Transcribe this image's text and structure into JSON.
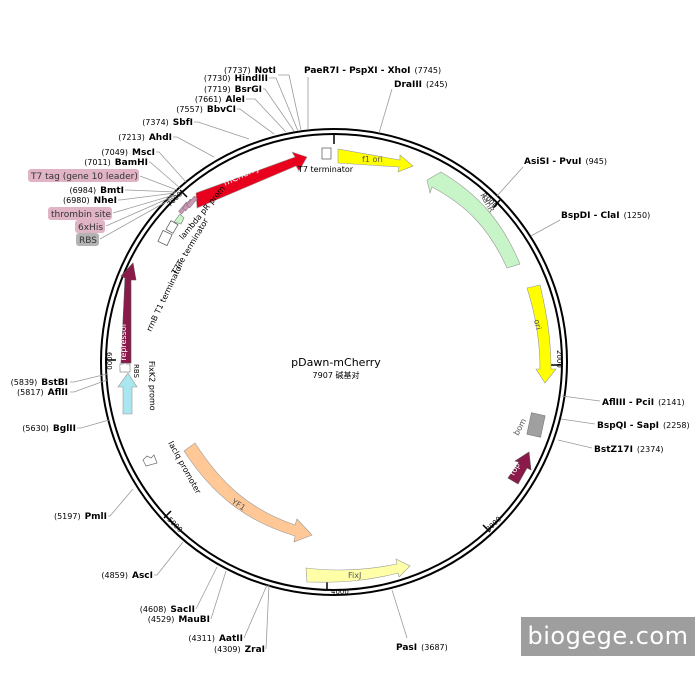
{
  "plasmid": {
    "name": "pDawn-mCherry",
    "length_label": "7907 碱基对",
    "total_bp": 7907
  },
  "ticks": [
    "1000",
    "2000",
    "3000",
    "4000",
    "5000",
    "6000",
    "7000"
  ],
  "sites_right": [
    {
      "name": "PaeR7I - PspXI - XhoI",
      "pos": "(7745)"
    },
    {
      "name": "DraIII",
      "pos": "(245)"
    },
    {
      "name": "AsiSI - PvuI",
      "pos": "(945)"
    },
    {
      "name": "BspDI - ClaI",
      "pos": "(1250)"
    },
    {
      "name": "AflIII - PciI",
      "pos": "(2141)"
    },
    {
      "name": "BspQI - SapI",
      "pos": "(2258)"
    },
    {
      "name": "BstZ17I",
      "pos": "(2374)"
    },
    {
      "name": "PasI",
      "pos": "(3687)"
    }
  ],
  "sites_left": [
    {
      "name": "NotI",
      "pos": "(7737)"
    },
    {
      "name": "HindIII",
      "pos": "(7730)"
    },
    {
      "name": "BsrGI",
      "pos": "(7719)"
    },
    {
      "name": "AleI",
      "pos": "(7661)"
    },
    {
      "name": "BbvCI",
      "pos": "(7557)"
    },
    {
      "name": "SbfI",
      "pos": "(7374)"
    },
    {
      "name": "AhdI",
      "pos": "(7213)"
    },
    {
      "name": "MscI",
      "pos": "(7049)"
    },
    {
      "name": "BamHI",
      "pos": "(7011)"
    },
    {
      "name": "BmtI",
      "pos": "(6984)"
    },
    {
      "name": "NheI",
      "pos": "(6980)"
    },
    {
      "name": "BstBI",
      "pos": "(5839)"
    },
    {
      "name": "AflII",
      "pos": "(5817)"
    },
    {
      "name": "BglII",
      "pos": "(5630)"
    },
    {
      "name": "PmlI",
      "pos": "(5197)"
    },
    {
      "name": "AscI",
      "pos": "(4859)"
    },
    {
      "name": "SacII",
      "pos": "(4608)"
    },
    {
      "name": "MauBI",
      "pos": "(4529)"
    },
    {
      "name": "AatII",
      "pos": "(4311)"
    },
    {
      "name": "ZraI",
      "pos": "(4309)"
    }
  ],
  "tags": [
    "T7 tag (gene 10 leader)",
    "thrombin site",
    "6xHis",
    "RBS"
  ],
  "features": {
    "f1_ori": "f1 ori",
    "kanr": "KanR",
    "ori": "ori",
    "bom": "bom",
    "rop": "rop",
    "fixj": "FixJ",
    "yf1": "YF1",
    "laciq_promoter": "lacIq promoter",
    "fixk2_promoter": "FixK2 promoter",
    "rbs": "RBS",
    "lambda_repressor": "λ repressor",
    "rrnb_t1": "rrnB T1 terminator",
    "t7te": "T7Te terminator",
    "lambda_pr": "lambda pR promoter",
    "mcherry": "mCherry",
    "t7_terminator": "T7 terminator"
  },
  "colors": {
    "mcherry": "#e8001c",
    "f1_ori": "#ffff00",
    "kanr": "#c8f5c8",
    "ori": "#ffff00",
    "bom": "#a0a0a0",
    "rop": "#8b1a4a",
    "fixj": "#ffffa8",
    "yf1": "#ffc896",
    "lambda_repressor": "#8b1a4a",
    "fixk2": "#a8e6f0",
    "tag_pink": "#e0b4c4",
    "tag_gray": "#b4b4b4"
  },
  "watermark": "biogege.com"
}
